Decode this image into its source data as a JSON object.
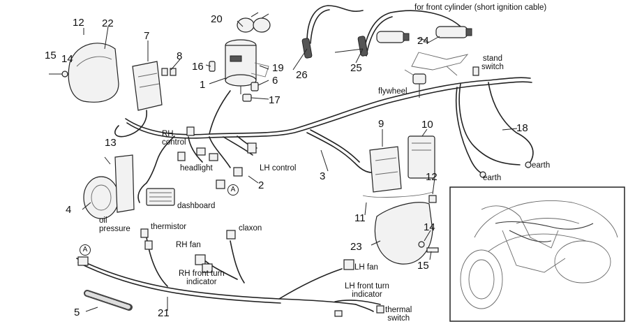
{
  "callouts": {
    "n1": "1",
    "n2": "2",
    "n3": "3",
    "n4": "4",
    "n5": "5",
    "n6": "6",
    "n7": "7",
    "n8": "8",
    "n9": "9",
    "n10": "10",
    "n11": "11",
    "n12a": "12",
    "n12b": "12",
    "n13": "13",
    "n14a": "14",
    "n14b": "14",
    "n15a": "15",
    "n15b": "15",
    "n16": "16",
    "n17": "17",
    "n18": "18",
    "n19": "19",
    "n20": "20",
    "n21": "21",
    "n22": "22",
    "n23": "23",
    "n24": "24",
    "n25": "25",
    "n26": "26"
  },
  "labels": {
    "front_cylinder": "for front cylinder (short ignition cable)",
    "stand_switch": "stand\nswitch",
    "flywheel": "flywheel",
    "rh_control": "RH\ncontrol",
    "headlight": "headlight",
    "lh_control": "LH control",
    "dashboard": "dashboard",
    "earth_1": "earth",
    "earth_2": "earth",
    "oil_pressure": "oil\npressure",
    "thermistor": "thermistor",
    "claxon": "claxon",
    "rh_fan": "RH fan",
    "rh_front_turn": "RH front turn\nindicator",
    "lh_fan": "LH fan",
    "lh_front_turn": "LH front turn\nindicator",
    "thermal_switch": "thermal\nswitch",
    "ref_a_1": "A",
    "ref_a_2": "A"
  }
}
